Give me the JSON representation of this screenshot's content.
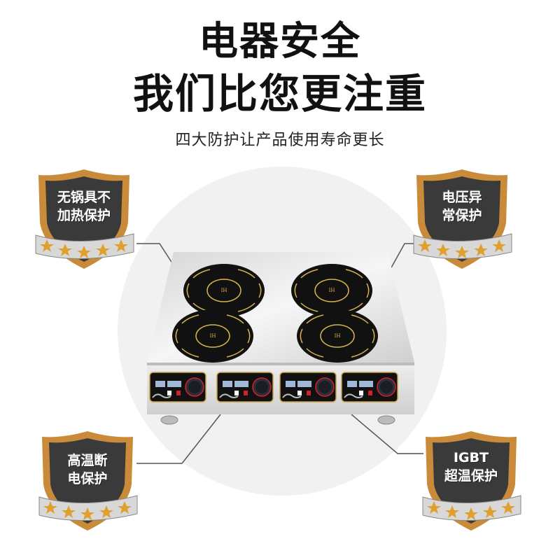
{
  "header": {
    "title_line1": "电器安全",
    "title_line2": "我们比您更注重",
    "subtitle": "四大防护让产品使用寿命更长"
  },
  "badges": [
    {
      "line1": "无锅具不",
      "line2": "加热保护",
      "position": "top-left"
    },
    {
      "line1": "电压异",
      "line2": "常保护",
      "position": "top-right"
    },
    {
      "line1": "高温断",
      "line2": "电保护",
      "position": "bottom-left"
    },
    {
      "line1": "IGBT",
      "line2": "超温保护",
      "position": "bottom-right"
    }
  ],
  "product": {
    "type": "four-burner induction cooktop",
    "burner_count": 4,
    "control_panel_count": 4,
    "burner_logo": "IH"
  },
  "colors": {
    "shield_gold": "#c98a3a",
    "shield_dark": "#3a3a3a",
    "ribbon_silver": "#d8d8d8",
    "star_gold": "#e0a030",
    "burner_black": "#111111",
    "burner_ring": "#d9b44a",
    "knob_ring": "#d0202a"
  }
}
